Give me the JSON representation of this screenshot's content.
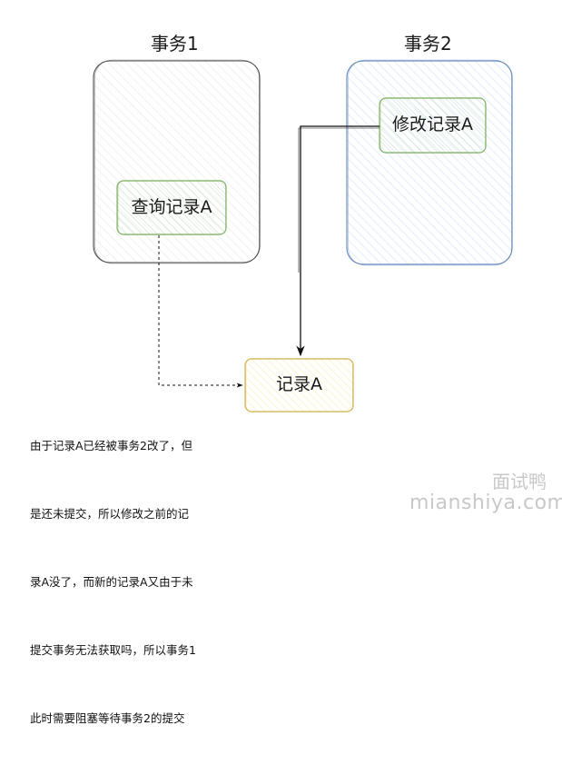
{
  "transactions": [
    {
      "title": "事务1",
      "node": "查询记录A"
    },
    {
      "title": "事务2",
      "node": "修改记录A"
    }
  ],
  "record": "记录A",
  "note_lines": [
    "由于记录A已经被事务2改了，但",
    "是还未提交，所以修改之前的记",
    "录A没了，而新的记录A又由于未",
    "提交事务无法获取吗，所以事务1",
    "此时需要阻塞等待事务2的提交"
  ],
  "watermark": {
    "cn": "面试鸭",
    "en": "mianshiya.com"
  },
  "colors": {
    "tx1_border": "#4d4d4d",
    "tx2_border": "#6c8ebf",
    "tx2_fill": "#dae8fc",
    "node_border": "#82b366",
    "node_fill": "#d5e8d4",
    "record_border": "#d6b656",
    "record_fill": "#fff2cc"
  }
}
